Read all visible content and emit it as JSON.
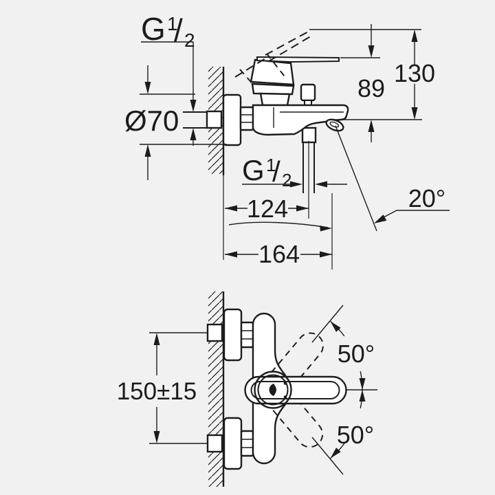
{
  "page": {
    "background": "#f1f1f2",
    "line_color": "#1c1c1c",
    "fill_color": "#ffffff"
  },
  "views": {
    "side": {
      "labels": {
        "thread_top": {
          "g": "G",
          "sup": "1",
          "slash": "/",
          "sub": "2"
        },
        "flange_diameter": "Ø70",
        "height_handle_to_outlet": "89",
        "height_total": "130",
        "thread_bottom": {
          "g": "G",
          "sup": "1",
          "slash": "/",
          "sub": "2"
        },
        "depth_to_shower_outlet": "124",
        "depth_total": "164",
        "spout_angle": "20°"
      }
    },
    "top": {
      "labels": {
        "connection_spacing": "150±15",
        "swing_up_angle": "50°",
        "swing_down_angle": "50°"
      }
    }
  }
}
